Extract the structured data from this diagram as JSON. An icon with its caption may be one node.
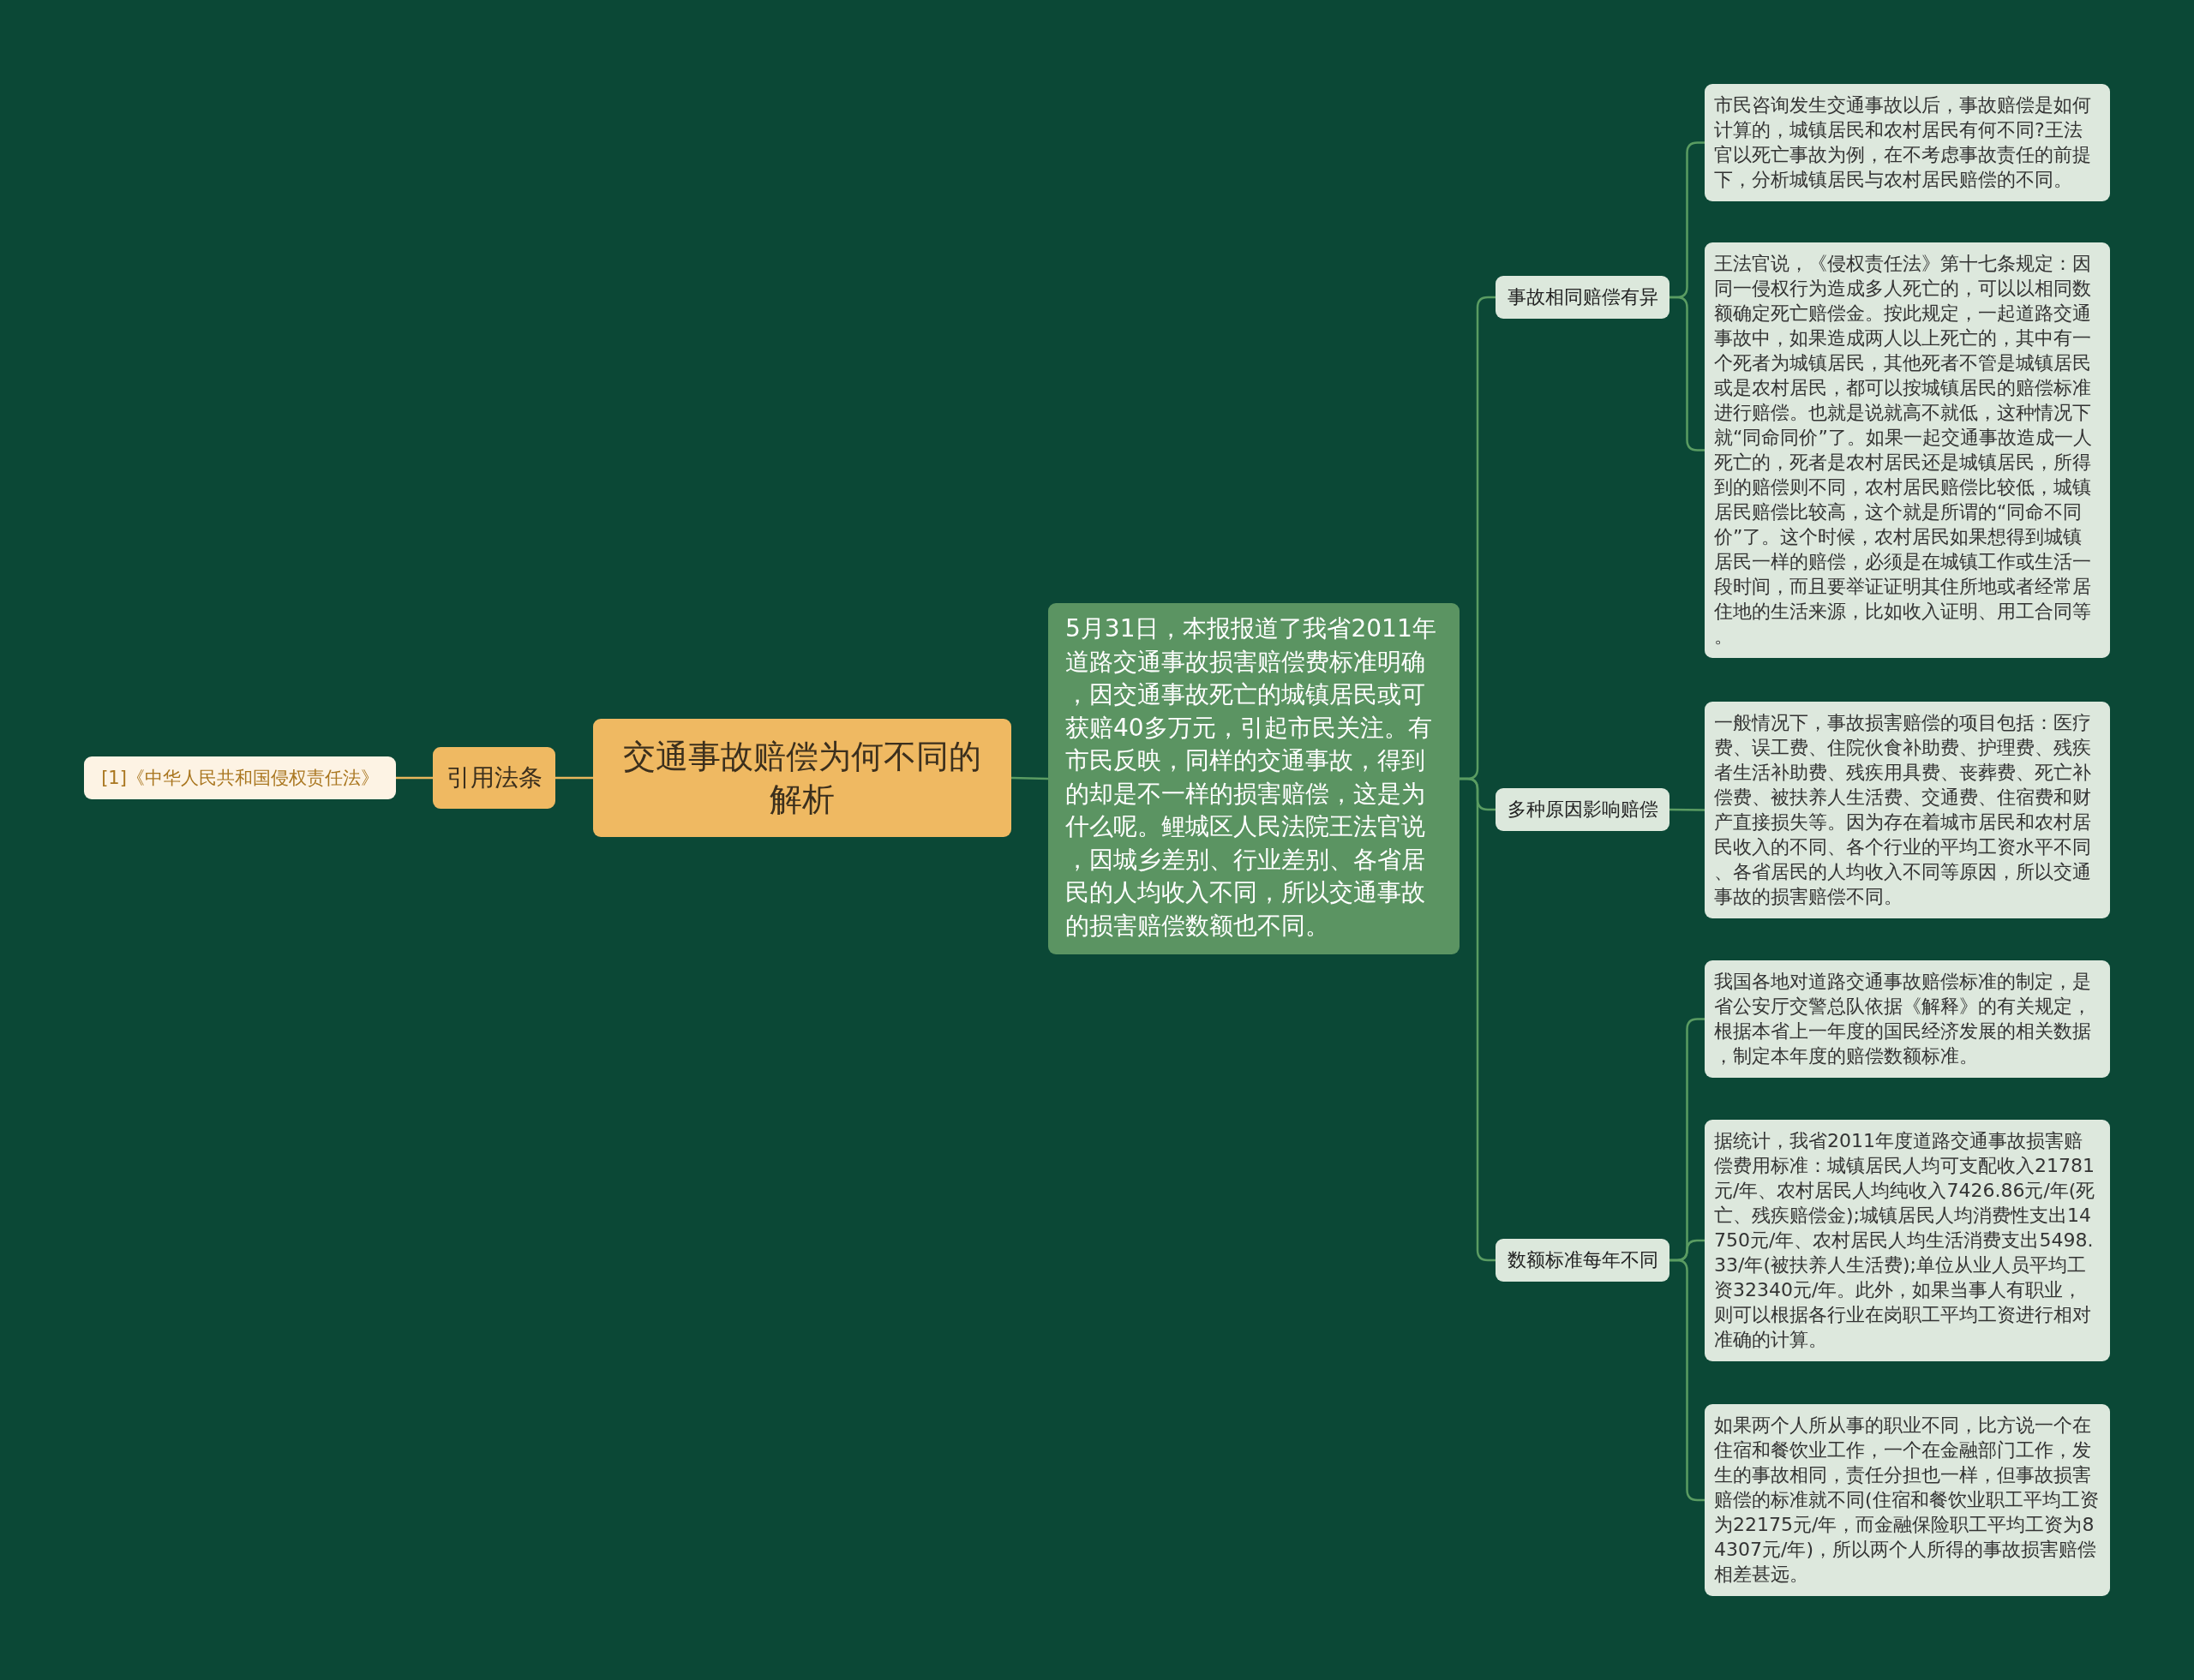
{
  "diagram": {
    "nodes": [
      {
        "text": [
          "交通事故赔偿为何不同的解析"
        ]
      },
      {
        "text": [
          "引用法条"
        ]
      },
      {
        "text": [
          "[1]《中华人民共和国侵权责任法》"
        ]
      },
      {
        "text": [
          "5月31日，本报报道了我省2011年道路交通事故损害赔偿费标准明确，因交通事故死亡的城镇居民或可获赔40多万元，引起市民关注。有市民反映，同样的交通事故，得到的却是不一样的损害赔偿，这是为什么呢。鲤城区人民法院王法官说，因城乡差别、行业差别、各省居民的人均收入不同，所以交通事故的损害赔偿数额也不同。"
        ]
      },
      {
        "text": [
          "事故相同赔偿有异"
        ]
      },
      {
        "text": [
          "市民咨询发生交通事故以后，事故赔偿是如何计算的，城镇居民和农村居民有何不同?王法官以死亡事故为例，在不考虑事故责任的前提下，分析城镇居民与农村居民赔偿的不同。"
        ]
      },
      {
        "text": [
          "王法官说，《侵权责任法》第十七条规定：因同一侵权行为造成多人死亡的，可以以相同数额确定死亡赔偿金。按此规定，一起道路交通事故中，如果造成两人以上死亡的，其中有一个死者为城镇居民，其他死者不管是城镇居民或是农村居民，都可以按城镇居民的赔偿标准进行赔偿。也就是说就高不就低，这种情况下就“同命同价”了。如果一起交通事故造成一人死亡的，死者是农村居民还是城镇居民，所得到的赔偿则不同，农村居民赔偿比较低，城镇居民赔偿比较高，这个就是所谓的“同命不同价”了。这个时候，农村居民如果想得到城镇居民一样的赔偿，必须是在城镇工作或生活一段时间，而且要举证证明其住所地或者经常居住地的生活来源，比如收入证明、用工合同等。"
        ]
      },
      {
        "text": [
          "多种原因影响赔偿"
        ]
      },
      {
        "text": [
          "一般情况下，事故损害赔偿的项目包括：医疗费、误工费、住院伙食补助费、护理费、残疾者生活补助费、残疾用具费、丧葬费、死亡补偿费、被扶养人生活费、交通费、住宿费和财产直接损失等。因为存在着城市居民和农村居民收入的不同、各个行业的平均工资水平不同、各省居民的人均收入不同等原因，所以交通事故的损害赔偿不同。"
        ]
      },
      {
        "text": [
          "数额标准每年不同"
        ]
      },
      {
        "text": [
          "我国各地对道路交通事故赔偿标准的制定，是省公安厅交警总队依据《解释》的有关规定，根据本省上一年度的国民经济发展的相关数据，制定本年度的赔偿数额标准。"
        ]
      },
      {
        "text": [
          "据统计，我省2011年度道路交通事故损害赔偿费用标准：城镇居民人均可支配收入21781元/年、农村居民人均纯收入7426.86元/年(死亡、残疾赔偿金);城镇居民人均消费性支出14750元/年、农村居民人均生活消费支出5498.33/年(被扶养人生活费);单位从业人员平均工资32340元/年。此外，如果当事人有职业，则可以根据各行业在岗职工平均工资进行相对准确的计算。"
        ]
      },
      {
        "text": [
          "如果两个人所从事的职业不同，比方说一个在住宿和餐饮业工作，一个在金融部门工作，发生的事故相同，责任分担也一样，但事故损害赔偿的标准就不同(住宿和餐饮业职工平均工资为22175元/年，而金融保险职工平均工资为84307元/年)，所以两个人所得的事故损害赔偿相差甚远。"
        ]
      }
    ],
    "edges": [
      {
        "from": 0,
        "to": 1,
        "arrow": "none",
        "color": "#e8b65c"
      },
      {
        "from": 1,
        "to": 2,
        "arrow": "none",
        "color": "#e8b65c"
      },
      {
        "from": 0,
        "to": 3,
        "arrow": "none"
      },
      {
        "from": 3,
        "to": 4,
        "arrow": "none"
      },
      {
        "from": 3,
        "to": 7,
        "arrow": "none"
      },
      {
        "from": 3,
        "to": 9,
        "arrow": "none"
      },
      {
        "from": 4,
        "to": 5,
        "arrow": "none"
      },
      {
        "from": 4,
        "to": 6,
        "arrow": "none"
      },
      {
        "from": 7,
        "to": 8,
        "arrow": "none"
      },
      {
        "from": 9,
        "to": 10,
        "arrow": "none"
      },
      {
        "from": 9,
        "to": 11,
        "arrow": "none"
      },
      {
        "from": 9,
        "to": 12,
        "arrow": "none"
      }
    ]
  }
}
